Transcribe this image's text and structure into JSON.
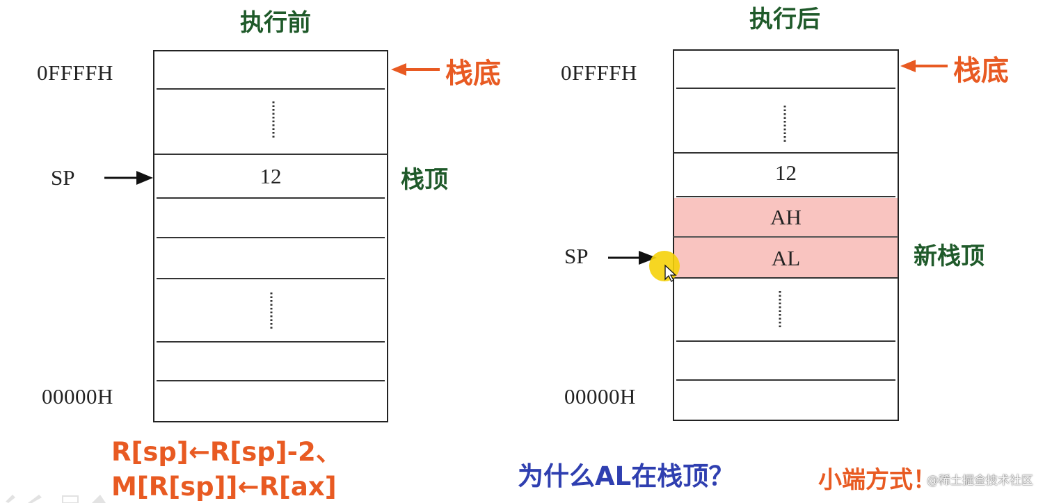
{
  "left_diagram": {
    "title": "执行前",
    "addr_top": "0FFFFH",
    "addr_bottom": "00000H",
    "sp_label": "SP",
    "cell_value": "12",
    "bottom_label": "栈底",
    "top_label": "栈顶"
  },
  "right_diagram": {
    "title": "执行后",
    "addr_top": "0FFFFH",
    "addr_bottom": "00000H",
    "sp_label": "SP",
    "cell_value": "12",
    "cell_ah": "AH",
    "cell_al": "AL",
    "bottom_label": "栈底",
    "top_label": "新栈顶",
    "highlight_color": "#f9c4c0"
  },
  "formula": {
    "line1": "R[sp]←R[sp]-2、",
    "line2": "M[R[sp]]←R[ax]"
  },
  "question": "为什么AL在栈顶？",
  "answer": "小端方式！",
  "watermark": "@稀土掘金技术社区",
  "colors": {
    "orange": "#e85a22",
    "green": "#1f5a2a",
    "blue": "#2f3fb0",
    "cursor": "#f5d20a"
  },
  "icons": {
    "bottom_arrow": "left-arrow-icon",
    "sp_arrow": "right-arrow-icon",
    "cursor": "mouse-cursor-icon"
  }
}
